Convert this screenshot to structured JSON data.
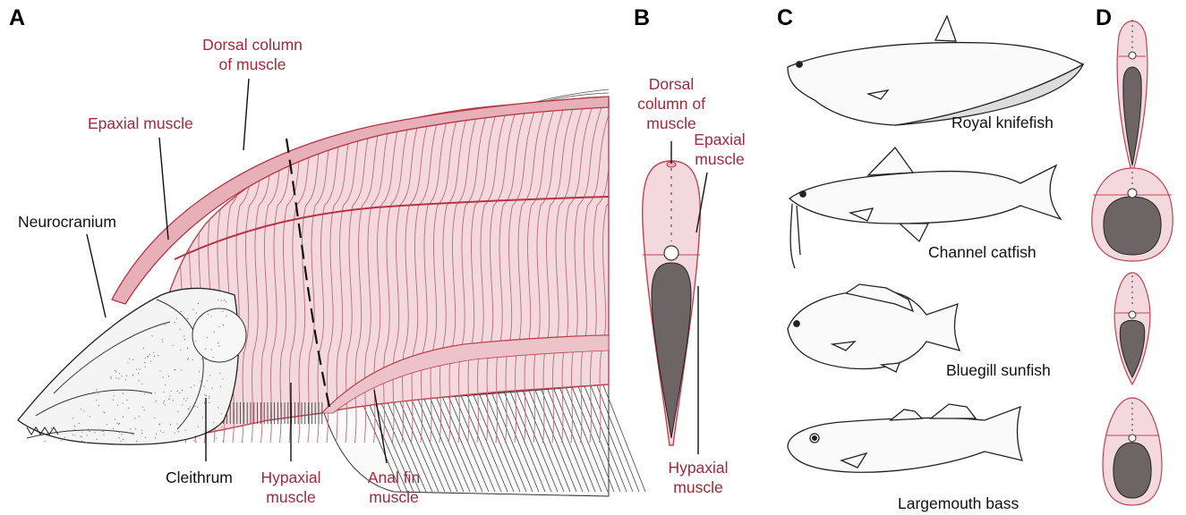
{
  "panels": {
    "a": "A",
    "b": "B",
    "c": "C",
    "d": "D"
  },
  "panel_a": {
    "dorsal_column_l1": "Dorsal column",
    "dorsal_column_l2": "of muscle",
    "epaxial": "Epaxial muscle",
    "neurocranium": "Neurocranium",
    "cleithrum": "Cleithrum",
    "hypaxial_l1": "Hypaxial",
    "hypaxial_l2": "muscle",
    "anal_fin_l1": "Anal fin",
    "anal_fin_l2": "muscle"
  },
  "panel_b": {
    "dorsal_column_l1": "Dorsal",
    "dorsal_column_l2": "column of",
    "dorsal_column_l3": "muscle",
    "epaxial_l1": "Epaxial",
    "epaxial_l2": "muscle",
    "hypaxial_l1": "Hypaxial",
    "hypaxial_l2": "muscle"
  },
  "panel_c": {
    "fish": [
      "Royal knifefish",
      "Channel catfish",
      "Bluegill sunfish",
      "Largemouth bass"
    ]
  },
  "colors": {
    "muscle_fill": "#f3d9dd",
    "muscle_line": "#c0424f",
    "label_red": "#9e2a3a",
    "body_cavity": "#6c6465",
    "outline": "#222222"
  }
}
